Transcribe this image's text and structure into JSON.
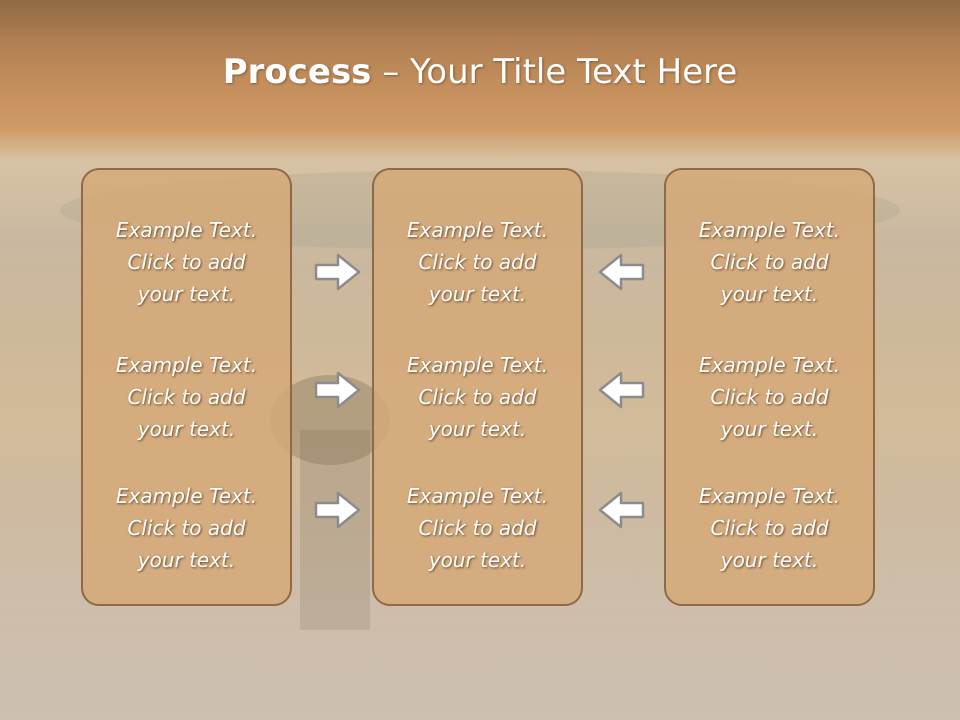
{
  "slide": {
    "title_bold": "Process",
    "title_rest": " – Your Title Text Here"
  },
  "columns": [
    {
      "items": [
        "Example Text.\nClick  to add\nyour text.",
        "Example Text.\nClick  to add\nyour text.",
        "Example Text.\nClick  to add\nyour text."
      ]
    },
    {
      "items": [
        "Example Text.\nClick  to add\nyour text.",
        "Example Text.\nClick  to add\nyour text.",
        "Example Text.\nClick  to add\nyour text."
      ]
    },
    {
      "items": [
        "Example Text.\nClick  to add\nyour text.",
        "Example Text.\nClick  to add\nyour text.",
        "Example Text.\nClick  to add\nyour text."
      ]
    }
  ],
  "icons": {
    "left_arrows": "arrow-right-icon",
    "right_arrows": "arrow-left-icon"
  },
  "colors": {
    "box_fill": "#d6a876",
    "box_border": "#8d6a48",
    "header_band": "#c9935f",
    "text": "#ffffff"
  }
}
